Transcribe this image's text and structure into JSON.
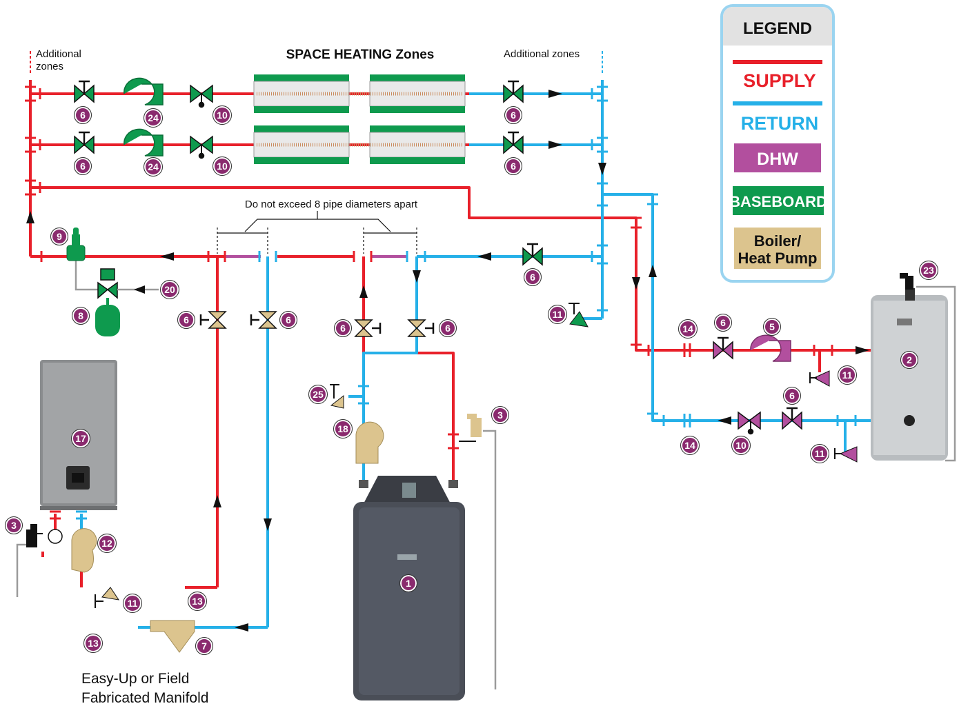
{
  "title": "SPACE HEATING Zones",
  "labels": {
    "additional_left": [
      "Additional",
      "zones"
    ],
    "additional_right": "Additional zones",
    "spacing_note": "Do not exceed 8 pipe diameters apart",
    "manifold": [
      "Easy-Up or Field",
      "Fabricated Manifold"
    ]
  },
  "legend": {
    "heading": "LEGEND",
    "items": [
      {
        "key": "supply",
        "label": "SUPPLY",
        "color": "#e8202a"
      },
      {
        "key": "return",
        "label": "RETURN",
        "color": "#25b0e8"
      },
      {
        "key": "dhw",
        "label": "DHW",
        "color": "#b24f9e"
      },
      {
        "key": "baseboard",
        "label": "BASEBOARD",
        "color": "#0e9a4e"
      },
      {
        "key": "boiler",
        "label": [
          "Boiler/",
          "Heat Pump"
        ],
        "color": "#dcc48e"
      }
    ]
  },
  "colors": {
    "supply": "#e8202a",
    "return": "#25b0e8",
    "dhw": "#b24f9e",
    "baseboard": "#0e9a4e",
    "boiler": "#dcc48e",
    "badge": "#8a2a6e"
  },
  "callouts": {
    "c6_z1a": "6",
    "c24_z1": "24",
    "c10_z1": "10",
    "c6_z1b": "6",
    "c6_z2a": "6",
    "c24_z2": "24",
    "c10_z2": "10",
    "c6_z2b": "6",
    "c9": "9",
    "c20": "20",
    "c8": "8",
    "c6_bl": "6",
    "c6_br": "6",
    "c6_cl": "6",
    "c6_cr": "6",
    "c6_ret": "6",
    "c11_ret": "11",
    "c25": "25",
    "c18": "18",
    "c3_boiler": "3",
    "c1": "1",
    "c17": "17",
    "c3_wall": "3",
    "c12": "12",
    "c11_man": "11",
    "c13_sup": "13",
    "c13_ret": "13",
    "c7": "7",
    "c14_sup": "14",
    "c6_dhw_sup": "6",
    "c5": "5",
    "c11_dhw_sup": "11",
    "c6_dhw_ret": "6",
    "c14_ret": "14",
    "c10_dhw": "10",
    "c11_dhw_ret": "11",
    "c2": "2",
    "c23": "23"
  }
}
